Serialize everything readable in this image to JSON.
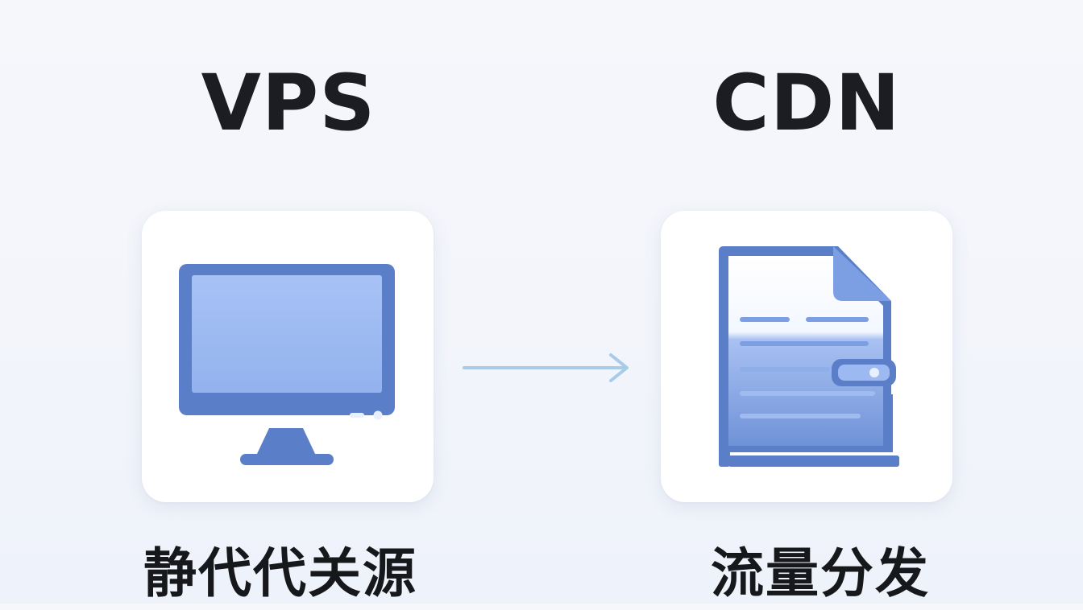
{
  "left": {
    "title": "VPS",
    "caption": "静代代关源",
    "icon": "monitor-icon"
  },
  "right": {
    "title": "CDN",
    "caption": "流量分发",
    "icon": "document-icon"
  },
  "connector": {
    "icon": "arrow-right-icon"
  },
  "colors": {
    "icon_dark": "#5b7ec9",
    "icon_light": "#9db9f2",
    "arrow": "#a8cbe8",
    "text": "#1c1d22"
  }
}
